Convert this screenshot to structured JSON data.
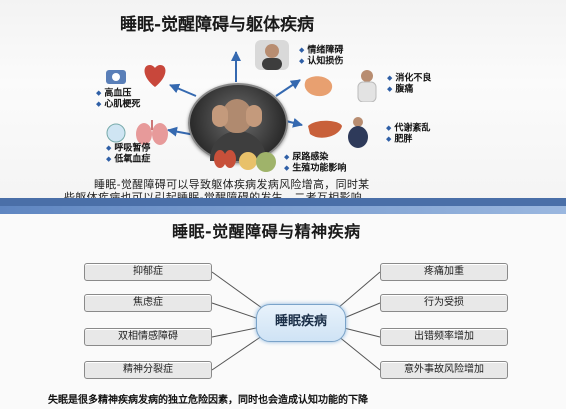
{
  "top": {
    "title": "睡眠-觉醒障碍与躯体疾病",
    "items": {
      "emotion": [
        "情绪障碍",
        "认知损伤"
      ],
      "digest": [
        "消化不良",
        "腹痛"
      ],
      "metabolic": [
        "代谢紊乱",
        "肥胖"
      ],
      "urinary": [
        "尿路感染",
        "生殖功能影响"
      ],
      "respiratory": [
        "呼吸暂停",
        "低氧血症"
      ],
      "cardio": [
        "高血压",
        "心肌梗死"
      ]
    },
    "paragraph": [
      "睡眠-觉醒障碍可以导致躯体疾病发病风险增高，同时某",
      "些躯体疾病也可以引起睡眠-觉醒障碍的发生，二者互相影响"
    ]
  },
  "bottom": {
    "title": "睡眠-觉醒障碍与精神疾病",
    "center": "睡眠疾病",
    "left": [
      "抑郁症",
      "焦虑症",
      "双相情感障碍",
      "精神分裂症"
    ],
    "right": [
      "疼痛加重",
      "行为受损",
      "出错频率增加",
      "意外事故风险增加"
    ],
    "paragraph": "失眠是很多精神疾病发病的独立危险因素，同时也会造成认知功能的下降"
  },
  "colors": {
    "arrow_blue": "#3569b0",
    "bullet": "#2f5fa6",
    "strip": "#4a6fa8"
  }
}
